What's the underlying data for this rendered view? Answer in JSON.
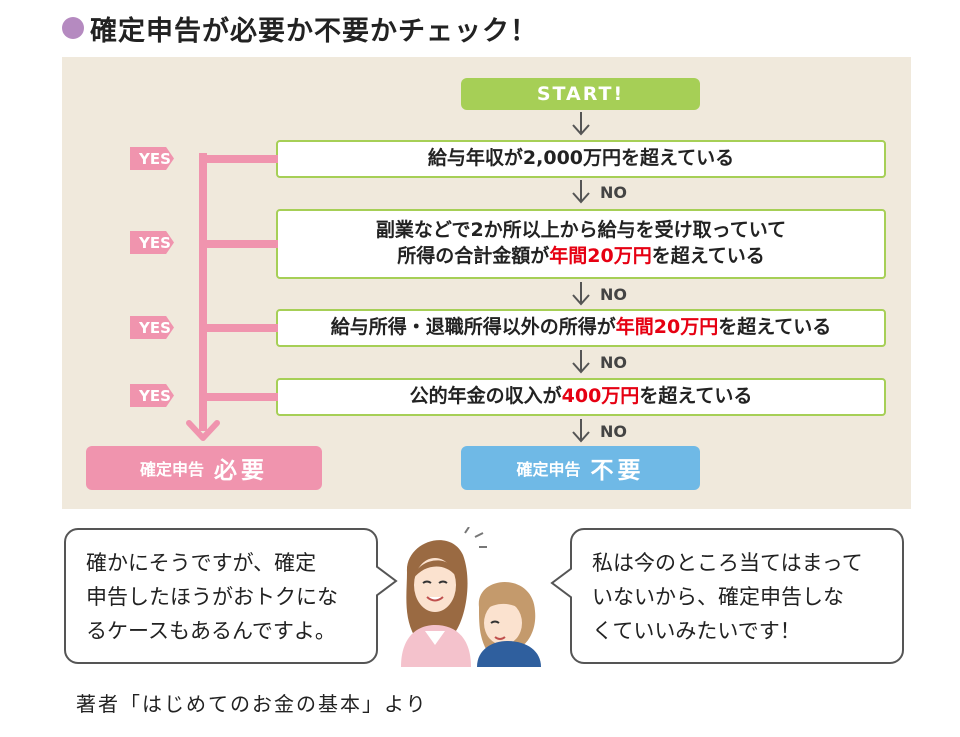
{
  "title": "確定申告が必要か不要かチェック！",
  "flow": {
    "start": "START!",
    "yes_label": "YES",
    "no_label": "NO",
    "q1": {
      "text": "給与年収が2,000万円を超えている"
    },
    "q2": {
      "line1": "副業などで2か所以上から給与を受け取っていて",
      "line2_pre": "所得の合計金額が",
      "line2_red": "年間20万円",
      "line2_post": "を超えている"
    },
    "q3": {
      "pre": "給与所得・退職所得以外の所得が",
      "red": "年間20万円",
      "post": "を超えている"
    },
    "q4": {
      "pre": "公的年金の収入が",
      "red": "400万円",
      "post": "を超えている"
    },
    "result_required": {
      "small": "確定申告",
      "large": "必要"
    },
    "result_not_required": {
      "small": "確定申告",
      "large": "不要"
    }
  },
  "bubbles": {
    "left": [
      "確かにそうですが、確定",
      "申告したほうがおトクにな",
      "るケースもあるんですよ。"
    ],
    "right": [
      "私は今のところ当てはまって",
      "いないから、確定申告しな",
      "くていいみたいです！"
    ]
  },
  "caption": "著者「はじめてのお金の基本」より",
  "colors": {
    "panel": "#f0e9dc",
    "green": "#a6cf56",
    "pink": "#f094ae",
    "blue": "#6fb9e6",
    "red_text": "#e60012",
    "title_dot": "#b58ac0"
  }
}
